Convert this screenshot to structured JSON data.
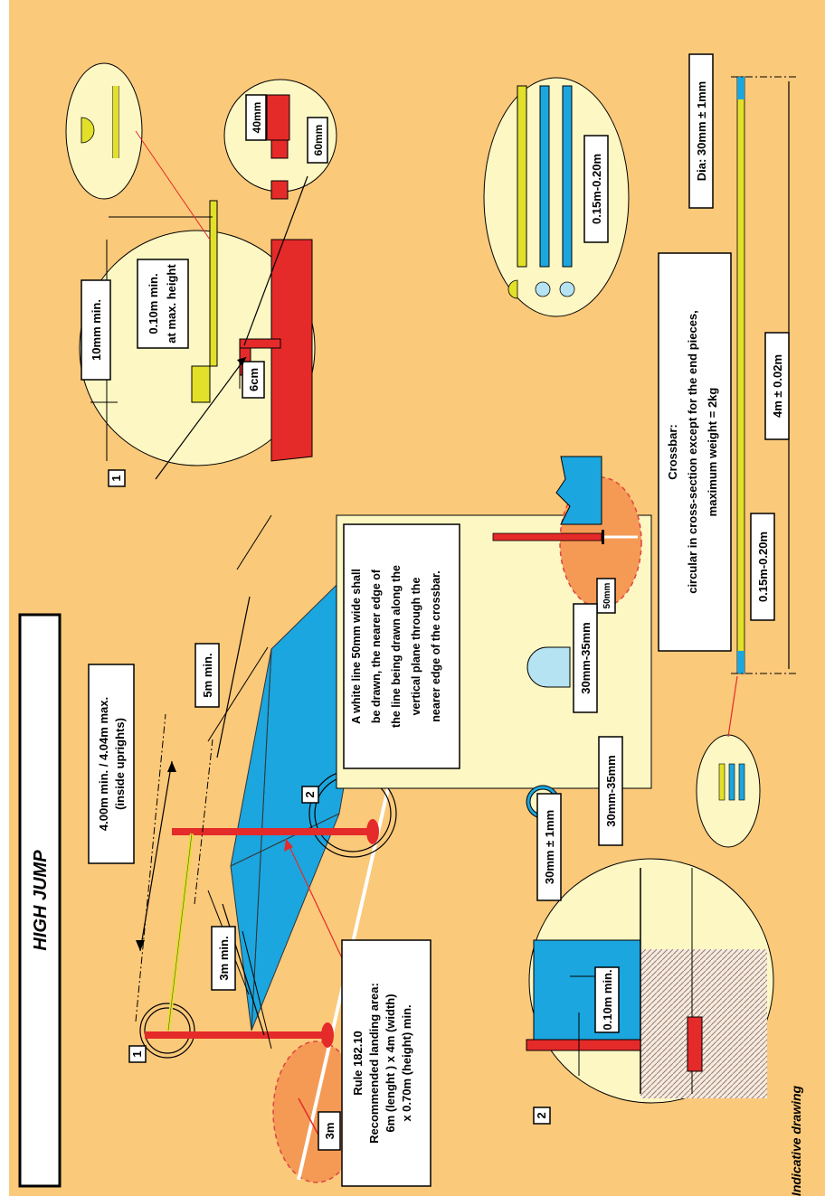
{
  "title": "HIGH JUMP",
  "footer_note": "Indicative drawing",
  "colors": {
    "background": "#FBC97A",
    "circle_fill": "#FDF7C3",
    "upright_red": "#E52A2A",
    "landing_blue": "#1BA6DF",
    "crossbar_yellow": "#E3E02A",
    "orange_zone": "#F59A55"
  },
  "main_view": {
    "uprights_distance": "4.00m min. / 4.04m max.",
    "uprights_distance_note": "(inside uprights)",
    "runway_left": "3m min.",
    "runway_right": "5m min.",
    "zone_left": "3m",
    "zone_right": "50mm",
    "marker_1": "1",
    "marker_2": "2",
    "rule_title": "Rule 182.10",
    "rule_line1": "Recommended landing area:",
    "rule_line2": "6m (lenght ) x 4m (width)",
    "rule_line3": "x 0.70m (height) min."
  },
  "detail_1": {
    "marker": "1",
    "gap": "10mm min.",
    "height_note_1": "0.10m min.",
    "height_note_2": "at max. height",
    "support_length": "6cm",
    "support_width": "40mm",
    "support_depth": "60mm"
  },
  "detail_2": {
    "marker": "2",
    "gap": "0.10m min."
  },
  "white_line_box": {
    "line1": "A white line 50mm wide shall",
    "line2": "be drawn, the nearer edge of",
    "line3": "the line being drawn along the",
    "line4": "vertical plane through the",
    "line5": "nearer edge of the crossbar.",
    "width_label": "50mm"
  },
  "end_piece": {
    "diameter": "30mm ± 1mm",
    "side_a": "30mm-35mm",
    "side_b": "30mm-35mm",
    "length": "0.15m-0.20m"
  },
  "crossbar": {
    "heading": "Crossbar:",
    "line1": "circular in cross-section except for the end pieces,",
    "line2": "maximum weight = 2kg",
    "end_length": "0.15m-0.20m",
    "total_length": "4m ± 0.02m",
    "diameter": "Dia: 30mm ± 1mm"
  }
}
